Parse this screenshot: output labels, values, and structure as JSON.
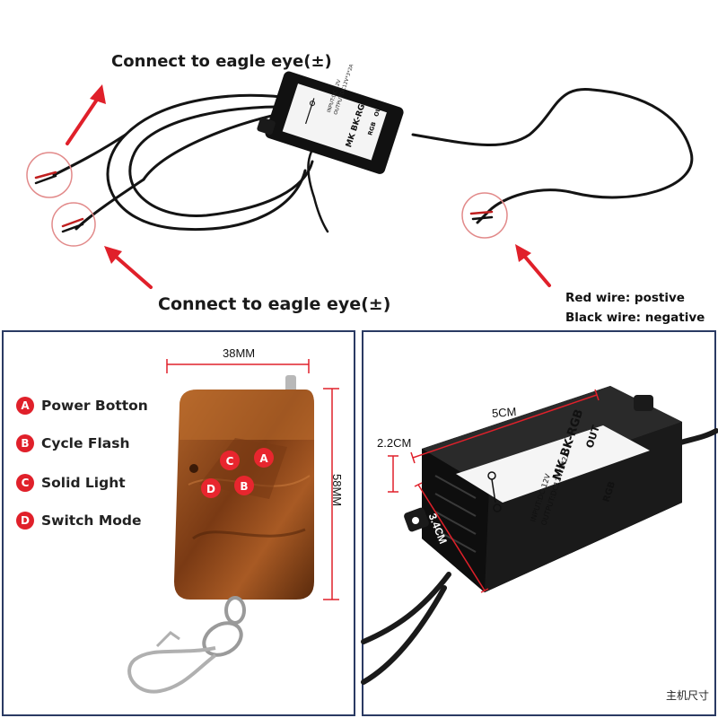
{
  "top": {
    "caption_top": "Connect to eagle eye(±)",
    "caption_bottom": "Connect to eagle eye(±)",
    "red_wire_note": "Red wire: postive",
    "black_wire_note": "Black wire: negative",
    "module_label_model": "MK BK-RGB",
    "module_label_out": "OUT",
    "module_label_input": "INPUT:DC 12V",
    "module_label_output": "OUTPUT:DC12V*3*2A",
    "module_label_rgb": "RGB"
  },
  "remote_panel": {
    "legend": [
      {
        "badge": "A",
        "text": "Power Botton"
      },
      {
        "badge": "B",
        "text": "Cycle Flash"
      },
      {
        "badge": "C",
        "text": "Solid Light"
      },
      {
        "badge": "D",
        "text": "Switch Mode"
      }
    ],
    "width_dim": "38MM",
    "height_dim": "58MM",
    "buttons": [
      "C",
      "A",
      "D",
      "B"
    ]
  },
  "module_panel": {
    "length_dim": "5CM",
    "height_dim": "2.2CM",
    "depth_dim": "3.4CM",
    "model": "MK BK-RGB",
    "out": "OUT",
    "input": "INPUT:DC 12V",
    "output": "OUTPUT:DC12V*3*2A",
    "rgb": "RGB",
    "footer": "主机尺寸"
  },
  "colors": {
    "arrow_red": "#e0202a",
    "panel_border": "#2a3a63",
    "remote_body": "#8a4a1e"
  }
}
